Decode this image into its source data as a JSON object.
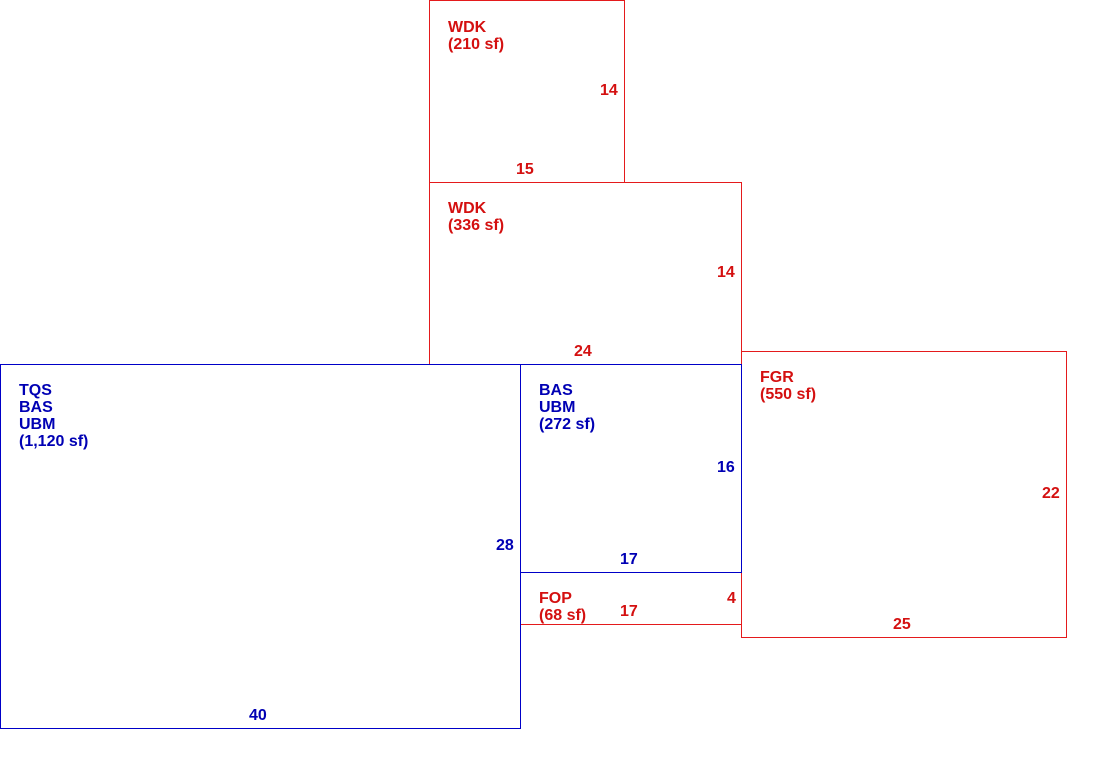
{
  "colors": {
    "exterior_line": "#e41a1c",
    "living_line": "#0000c8",
    "exterior_text": "#d41010",
    "living_text": "#0000b4"
  },
  "areas": {
    "wdk_upper": {
      "lines": [
        "WDK",
        "(210 sf)"
      ],
      "dims": {
        "side": "14",
        "bottom": "15"
      }
    },
    "wdk_lower": {
      "lines": [
        "WDK",
        "(336 sf)"
      ],
      "dims": {
        "side": "14",
        "bottom": "24"
      }
    },
    "main": {
      "lines": [
        "TQS",
        "BAS",
        "UBM",
        "(1,120 sf)"
      ],
      "dims": {
        "side": "28",
        "bottom": "40"
      }
    },
    "bas_ubm": {
      "lines": [
        "BAS",
        "UBM",
        "(272 sf)"
      ],
      "dims": {
        "side": "16",
        "bottom": "17"
      }
    },
    "fop": {
      "lines": [
        "FOP",
        "(68 sf)"
      ],
      "dims": {
        "side": "4",
        "bottom": "17"
      }
    },
    "fgr": {
      "lines": [
        "FGR",
        "(550 sf)"
      ],
      "dims": {
        "side": "22",
        "bottom": "25"
      }
    }
  }
}
